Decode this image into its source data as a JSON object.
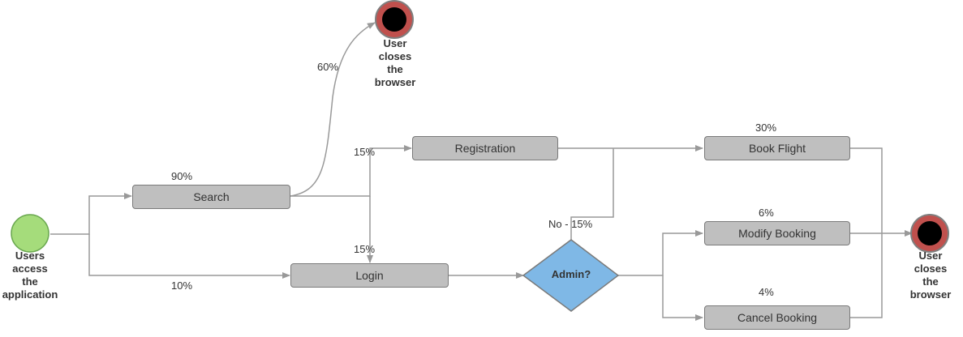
{
  "nodes": {
    "start": {
      "lines": [
        "Users",
        "access",
        "the",
        "application"
      ]
    },
    "end_top": {
      "lines": [
        "User",
        "closes",
        "the",
        "browser"
      ]
    },
    "end_right": {
      "lines": [
        "User",
        "closes",
        "the",
        "browser"
      ]
    },
    "search": "Search",
    "login": "Login",
    "registration": "Registration",
    "admin": "Admin?",
    "book_flight": "Book Flight",
    "modify_booking": "Modify Booking",
    "cancel_booking": "Cancel Booking"
  },
  "edge_labels": {
    "to_search": "90%",
    "to_login": "10%",
    "search_to_close": "60%",
    "search_to_registration": "15%",
    "search_to_login": "15%",
    "admin_no": "No - 15%",
    "to_book_flight": "30%",
    "to_modify_booking": "6%",
    "to_cancel_booking": "4%"
  },
  "colors": {
    "start_fill": "#a5dc7b",
    "end_outer": "#c0504d",
    "end_inner": "#000000",
    "box_fill": "#bfbfbf",
    "decision_fill": "#7fb8e6",
    "line": "#999999"
  }
}
